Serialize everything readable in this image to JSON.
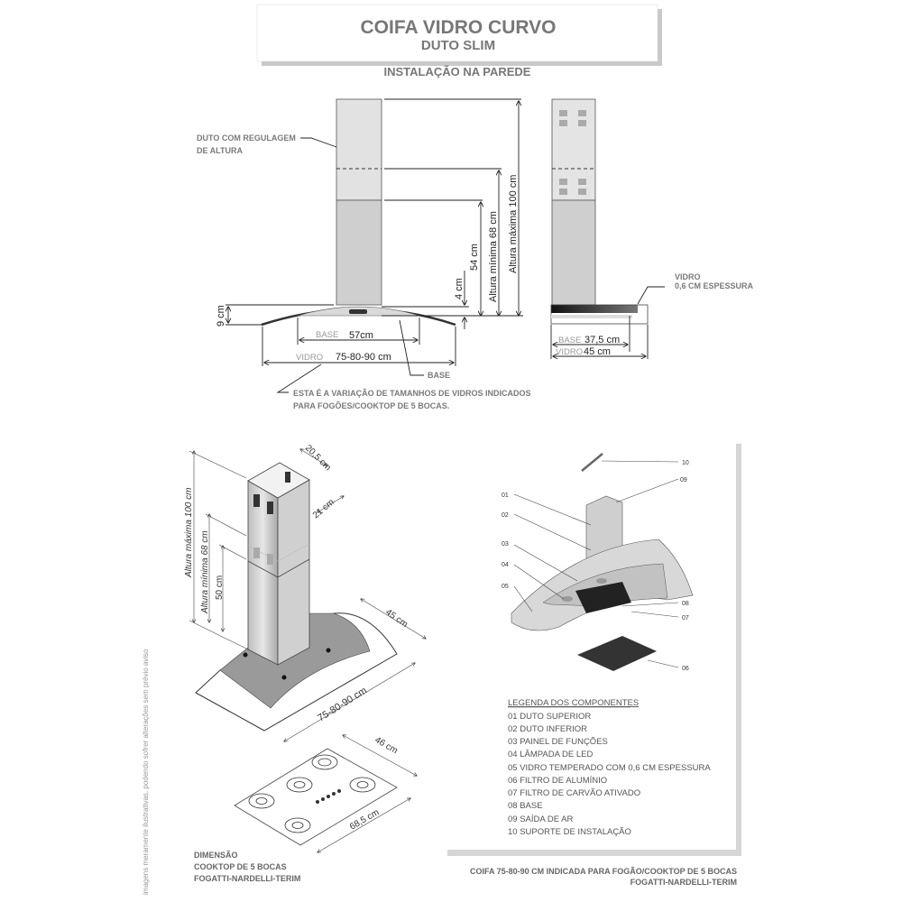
{
  "header": {
    "title": "COIFA VIDRO CURVO",
    "subtitle": "DUTO SLIM",
    "section": "INSTALAÇÃO NA PAREDE"
  },
  "front_view": {
    "duct_label_line1": "DUTO COM REGULAGEM",
    "duct_label_line2": "DE ALTURA",
    "max_height": "Altura máxima 100 cm",
    "min_height": "Altura mínima 68 cm",
    "lower_duct": "54 cm",
    "gap": "4 cm",
    "hood_height": "9 cm",
    "base_word": "BASE",
    "base_value": "57cm",
    "glass_word": "VIDRO",
    "glass_value": "75-80-90 cm",
    "base_label": "BASE",
    "note_line1": "ESTA É A VARIAÇÃO DE TAMANHOS DE VIDROS INDICADOS",
    "note_line2": "PARA FOGÕES/COOKTOP DE 5 BOCAS."
  },
  "side_view": {
    "glass_label_line1": "VIDRO",
    "glass_label_line2": "0,6 CM ESPESSURA",
    "base_word": "BASE",
    "base_value": "37,5 cm",
    "glass_word": "VIDRO",
    "glass_value": "45 cm"
  },
  "iso_view": {
    "max_height": "Altura máxima 100 cm",
    "min_height": "Altura mínima 68 cm",
    "lower_duct": "50 cm",
    "duct_width": "20,5 cm",
    "duct_depth": "21 cm",
    "hood_depth": "45 cm",
    "hood_width": "75-80-90 cm",
    "cooktop_depth": "46 cm",
    "cooktop_width": "68,5 cm",
    "caption_line1": "DIMENSÃO",
    "caption_line2": "COOKTOP DE 5 BOCAS",
    "caption_line3": "FOGATTI-NARDELLI-TERIM"
  },
  "exploded_view": {
    "callouts": [
      "01",
      "02",
      "03",
      "04",
      "05",
      "06",
      "07",
      "08",
      "09",
      "10"
    ],
    "legend_title": "LEGENDA DOS COMPONENTES",
    "legend": [
      "01 DUTO SUPERIOR",
      "02 DUTO INFERIOR",
      "03 PAINEL DE FUNÇÕES",
      "04 LÂMPADA DE LED",
      "05 VIDRO TEMPERADO COM 0,6 CM ESPESSURA",
      "06 FILTRO DE ALUMÍNIO",
      "07 FILTRO DE CARVÃO ATIVADO",
      "08 BASE",
      "09 SAÍDA DE AR",
      "10 SUPORTE DE  INSTALAÇÃO"
    ],
    "caption_line1": "COIFA 75-80-90 CM INDICADA PARA FOGÃO/COOKTOP DE 5 BOCAS",
    "caption_line2": "FOGATTI-NARDELLI-TERIM"
  },
  "disclaimer": "imagens meramente ilustrativas, podendo sofrer alterações sem prévio aviso"
}
